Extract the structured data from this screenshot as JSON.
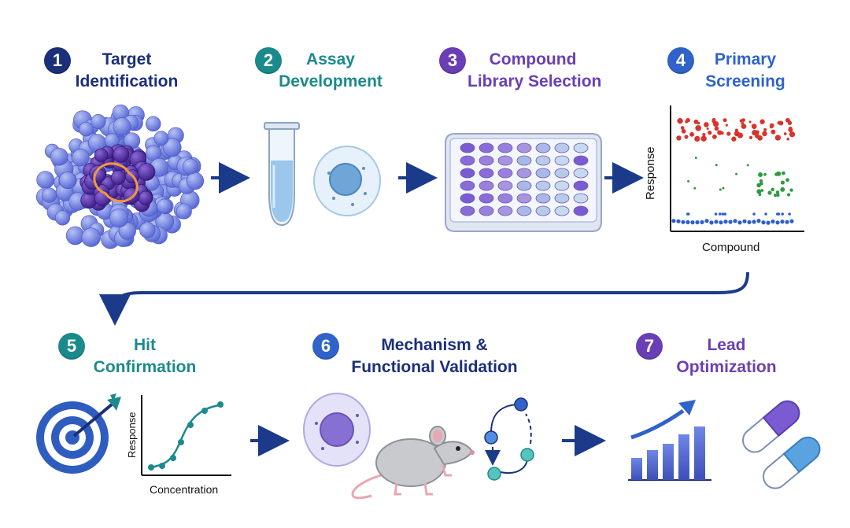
{
  "colors": {
    "navy": "#1b2f7a",
    "teal": "#1b8a8c",
    "purple": "#6a3fb5",
    "blue": "#2f63c9",
    "arrow": "#1b3a8a"
  },
  "steps": [
    {
      "number": "1",
      "line1": "Target",
      "line2": "Identification",
      "color": "#1b2f7a"
    },
    {
      "number": "2",
      "line1": "Assay",
      "line2": "Development",
      "color": "#1b8a8c"
    },
    {
      "number": "3",
      "line1": "Compound",
      "line2": "Library Selection",
      "color": "#6a3fb5"
    },
    {
      "number": "4",
      "line1": "Primary",
      "line2": "Screening",
      "color": "#2f63c9"
    },
    {
      "number": "5",
      "line1": "Hit",
      "line2": "Confirmation",
      "color": "#1b8a8c"
    },
    {
      "number": "6",
      "line1": "Mechanism &",
      "line2": "Functional Validation",
      "color": "#2f63c9"
    },
    {
      "number": "7",
      "line1": "Lead",
      "line2": "Optimization",
      "color": "#6a3fb5"
    }
  ],
  "screening_plot": {
    "ylabel": "Response",
    "xlabel": "Compound"
  },
  "dose_plot": {
    "ylabel": "Response",
    "xlabel": "Concentration"
  },
  "icons": [
    "protein-structure-icon",
    "test-tube-icon",
    "cell-icon",
    "well-plate-icon",
    "scatter-plot-icon",
    "target-icon",
    "dose-response-icon",
    "cell-icon",
    "mouse-icon",
    "pathway-cycle-icon",
    "bar-chart-trend-icon",
    "capsule-icon"
  ]
}
